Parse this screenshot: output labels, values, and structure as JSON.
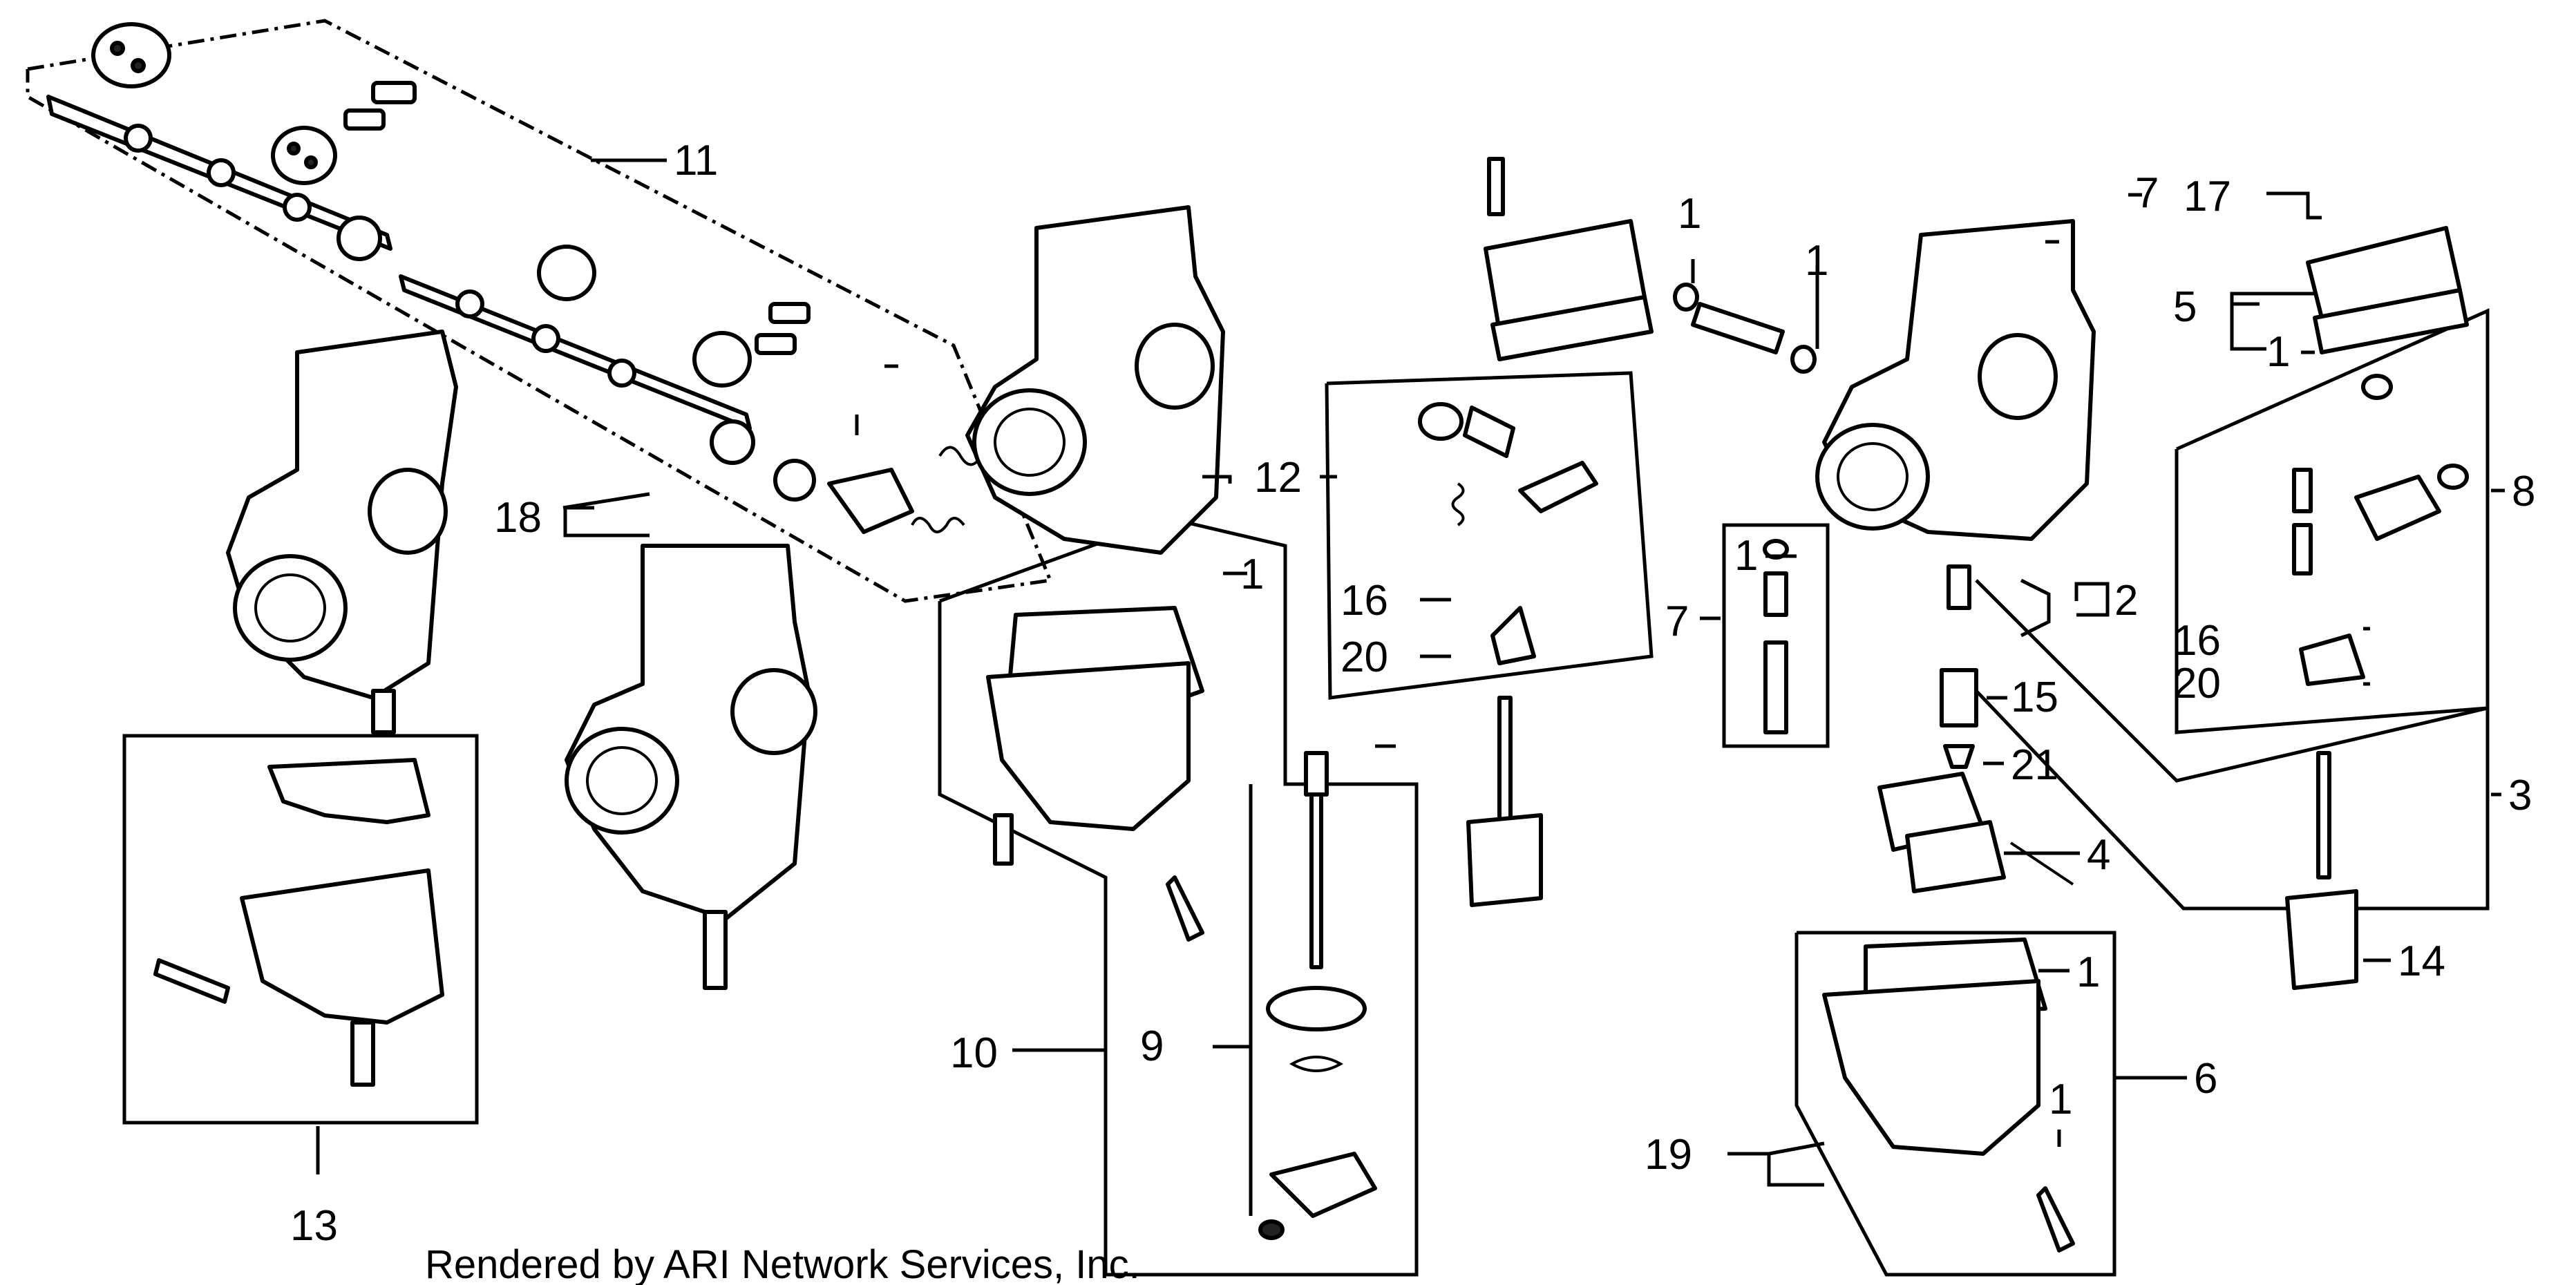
{
  "diagram": {
    "callouts": [
      "1",
      "2",
      "3",
      "4",
      "5",
      "6",
      "7",
      "8",
      "9",
      "10",
      "11",
      "12",
      "13",
      "14",
      "15",
      "16",
      "17",
      "18",
      "19",
      "20",
      "21"
    ],
    "footer": "Rendered by ARI Network Services, Inc."
  }
}
